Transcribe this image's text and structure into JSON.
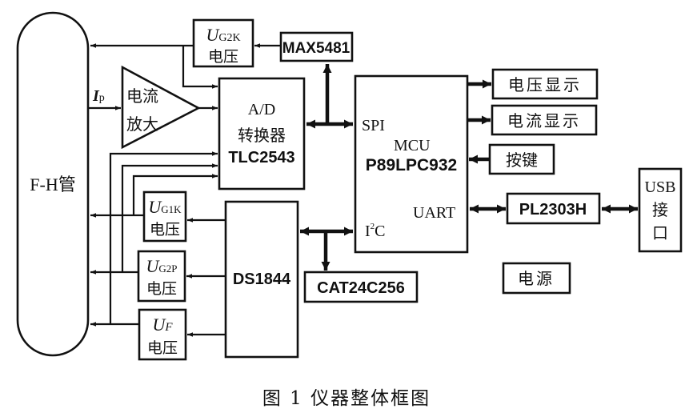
{
  "diagram": {
    "title": "图 1  仪器整体框图",
    "blocks": {
      "fh_tube": {
        "label": "F-H管"
      },
      "ug2k": {
        "symbol": "U",
        "subscript": "G2K",
        "label": "电压"
      },
      "max5481": {
        "label": "MAX5481"
      },
      "amplifier": {
        "line1": "电流",
        "line2": "放大"
      },
      "adc": {
        "line1": "A/D",
        "line2": "转换器",
        "line3": "TLC2543"
      },
      "mcu": {
        "spi": "SPI",
        "title": "MCU",
        "part": "P89LPC932",
        "uart": "UART",
        "i2c_main": "I",
        "i2c_sup": "2",
        "i2c_tail": "C"
      },
      "voltage_display": {
        "label": "电压显示"
      },
      "current_display": {
        "label": "电流显示"
      },
      "keys": {
        "label": "按键"
      },
      "pl2303": {
        "label": "PL2303H"
      },
      "usb": {
        "line1": "USB",
        "line2": "接",
        "line3": "口"
      },
      "ug1k": {
        "symbol": "U",
        "subscript": "G1K",
        "label": "电压"
      },
      "ug2p": {
        "symbol": "U",
        "subscript": "G2P",
        "label": "电压"
      },
      "uf": {
        "symbol": "U",
        "subscript": "F",
        "label": "电压"
      },
      "ds1844": {
        "label": "DS1844"
      },
      "cat24c256": {
        "label": "CAT24C256"
      },
      "power": {
        "label": "电源"
      }
    },
    "signals": {
      "ip_symbol": "I",
      "ip_subscript": "p"
    },
    "connections": [
      {
        "from": "max5481",
        "to": "ug2k",
        "type": "arrow"
      },
      {
        "from": "ug2k",
        "to": "fh_tube",
        "type": "arrow"
      },
      {
        "from": "ug2k",
        "to": "adc",
        "type": "arrow"
      },
      {
        "from": "fh_tube",
        "to": "amplifier",
        "type": "arrow",
        "label": "Ip"
      },
      {
        "from": "amplifier",
        "to": "adc",
        "type": "arrow"
      },
      {
        "from": "adc",
        "to": "mcu",
        "type": "bus",
        "label": "SPI"
      },
      {
        "from": "mcu",
        "to": "max5481",
        "type": "bus"
      },
      {
        "from": "mcu",
        "to": "voltage_display",
        "type": "bus"
      },
      {
        "from": "mcu",
        "to": "current_display",
        "type": "bus"
      },
      {
        "from": "keys",
        "to": "mcu",
        "type": "bus"
      },
      {
        "from": "mcu",
        "to": "pl2303",
        "type": "bidirectional-bus"
      },
      {
        "from": "pl2303",
        "to": "usb",
        "type": "bidirectional-bus"
      },
      {
        "from": "mcu",
        "to": "ds1844",
        "type": "bus",
        "label": "I2C"
      },
      {
        "from": "mcu",
        "to": "cat24c256",
        "type": "bus"
      },
      {
        "from": "ds1844",
        "to": "ug1k",
        "type": "arrow"
      },
      {
        "from": "ds1844",
        "to": "ug2p",
        "type": "arrow"
      },
      {
        "from": "ds1844",
        "to": "uf",
        "type": "arrow"
      },
      {
        "from": "ug1k",
        "to": "fh_tube",
        "type": "arrow"
      },
      {
        "from": "ug2p",
        "to": "fh_tube",
        "type": "arrow"
      },
      {
        "from": "uf",
        "to": "fh_tube",
        "type": "arrow"
      },
      {
        "from": "ug1k",
        "to": "adc",
        "type": "arrow"
      },
      {
        "from": "ug2p",
        "to": "adc",
        "type": "arrow"
      },
      {
        "from": "uf",
        "to": "adc",
        "type": "arrow"
      }
    ]
  }
}
